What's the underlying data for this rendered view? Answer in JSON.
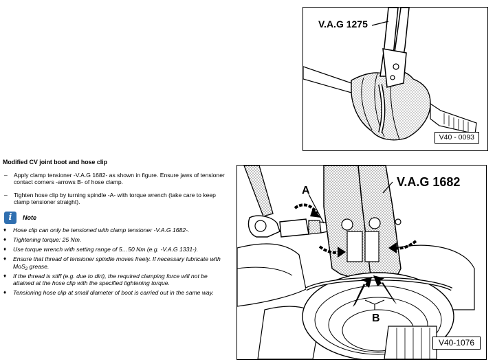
{
  "figure_top": {
    "tool_label": "V.A.G 1275",
    "figure_number": "V40 - 0093"
  },
  "figure_bottom": {
    "tool_label": "V.A.G 1682",
    "label_a": "A",
    "label_b": "B",
    "figure_number": "V40-1076"
  },
  "section": {
    "heading": "Modified CV joint boot and hose clip",
    "steps": [
      {
        "marker": "–",
        "text": "Apply clamp tensioner -V.A.G 1682- as shown in figure. Ensure jaws of tensioner contact corners -arrows B- of hose clamp."
      },
      {
        "marker": "–",
        "text": "Tighten hose clip by turning spindle -A- with torque wrench (take care to keep clamp tensioner straight)."
      }
    ],
    "note": {
      "icon": "info-icon",
      "icon_glyph": "i",
      "label": "Note",
      "bullet_marker": "♦",
      "bullets": [
        "Hose clip can only be tensioned with clamp tensioner -V.A.G 1682-.",
        "Tightening torque: 25 Nm.",
        "Use torque wrench with setting range of 5…50 Nm (e.g. -V.A.G 1331-).",
        "Ensure that thread of tensioner spindle moves freely. If necessary lubricate with MoS",
        "If the thread is stiff (e.g. due to dirt), the required clamping force will not be attained at the hose clip with the specified tightening torque.",
        "Tensioning hose clip at small diameter of boot is carried out in the same way."
      ],
      "grease_subscript": "2",
      "grease_suffix": " grease."
    }
  },
  "colors": {
    "note_icon_bg": "#2f6fb0",
    "arrow_fill": "#000000"
  }
}
